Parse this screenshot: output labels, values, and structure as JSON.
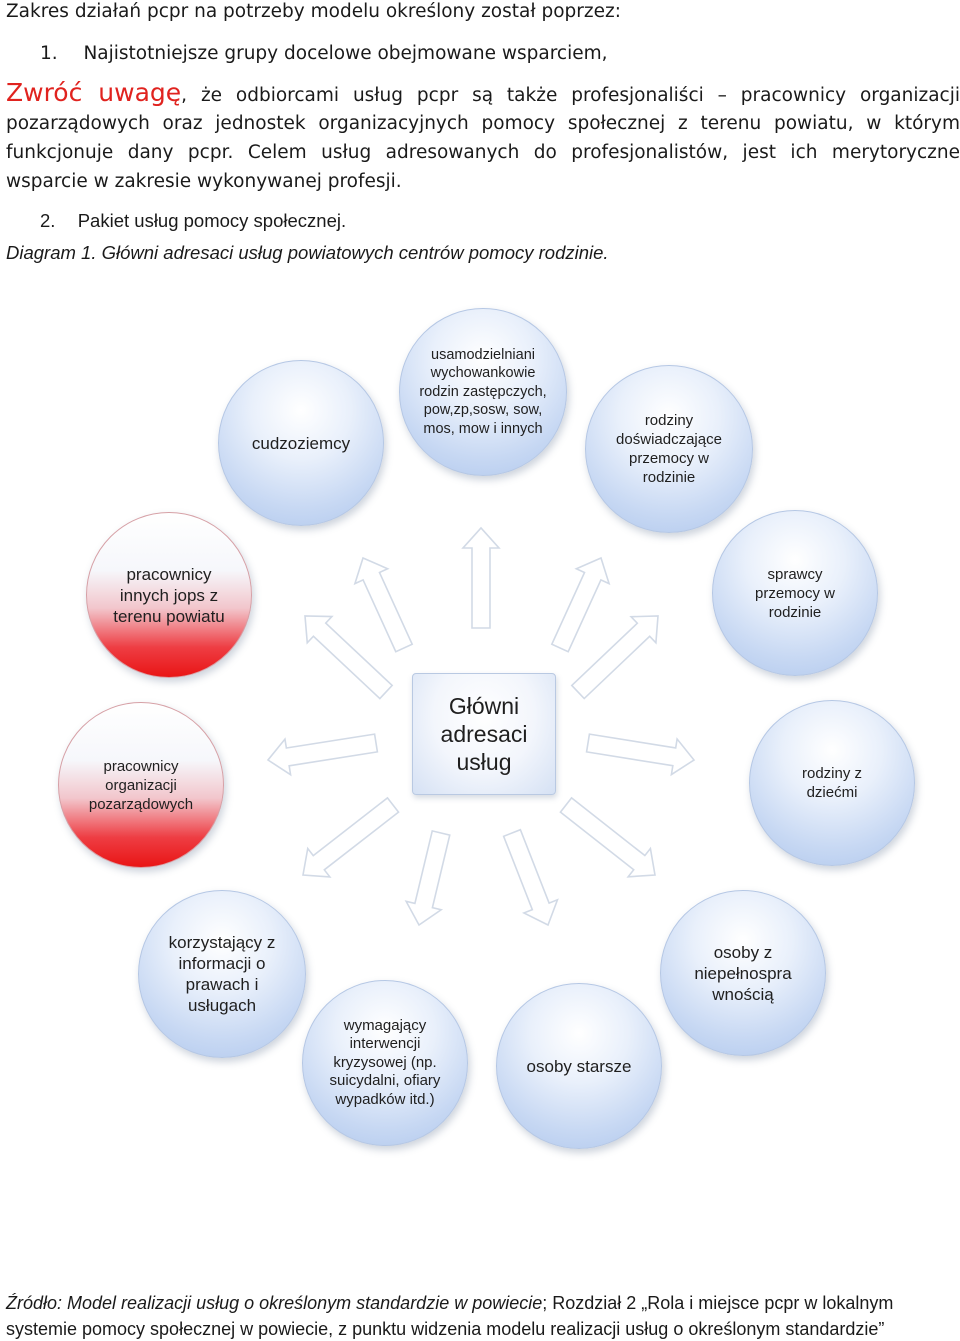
{
  "header": {
    "line1": "Zakres działań pcpr na potrzeby modelu określony został poprzez:",
    "item1_number": "1.",
    "item1_text": "Najistotniejsze grupy docelowe obejmowane wsparciem,",
    "attention_red": "Zwróć uwagę",
    "paragraph_line1": ", że odbiorcami usług pcpr są także profesjonaliści – pracownicy organizacji",
    "paragraph_line2": "pozarządowych oraz jednostek organizacyjnych pomocy społecznej z terenu powiatu, w którym",
    "paragraph_line3": "funkcjonuje dany pcpr. Celem usług adresowanych do profesjonalistów, jest ich merytoryczne",
    "paragraph_line4": "wsparcie w zakresie wykonywanej profesji.",
    "item2_number": "2.",
    "item2_text": "Pakiet usług pomocy społecznej.",
    "diagram_caption": "Diagram 1. Główni adresaci usług powiatowych centrów pomocy rodzinie."
  },
  "diagram": {
    "center_label": "Główni adresaci usług",
    "nodes": {
      "usamodzielniani": "usamodzielniani wychowankowie rodzin zastępczych, pow,zp,sosw, sow, mos, mow i innych",
      "rodziny_doswiadczajace": "rodziny doświadczające przemocy w rodzinie",
      "sprawcy": "sprawcy przemocy w rodzinie",
      "rodziny_z_dziecmi": "rodziny z dziećmi",
      "osoby_niepelnosprawne": "osoby z niepełnospra wnością",
      "osoby_starsze": "osoby starsze",
      "wymagajacy_interwencji": "wymagający interwencji kryzysowej (np. suicydalni, ofiary wypadków itd.)",
      "korzystajacy_z_informacji": "korzystający z informacji o prawach i usługach",
      "pracownicy_organizacji": "pracownicy organizacji pozarządowych",
      "pracownicy_jops": "pracownicy innych jops z terenu powiatu",
      "cudzoziemcy": "cudzoziemcy"
    },
    "colors": {
      "blue_node": "#aec6ec",
      "red_node": "#e91515",
      "attention_text": "#e0231f"
    }
  },
  "source": {
    "line1_italic": "Źródło: Model realizacji usług o określonym standardzie w powiecie",
    "line1_rest": "; Rozdział 2 „Rola i miejsce pcpr w lokalnym",
    "line2": "systemie pomocy społecznej w powiecie, z punktu widzenia modelu realizacji usług o określonym standardzie”"
  }
}
